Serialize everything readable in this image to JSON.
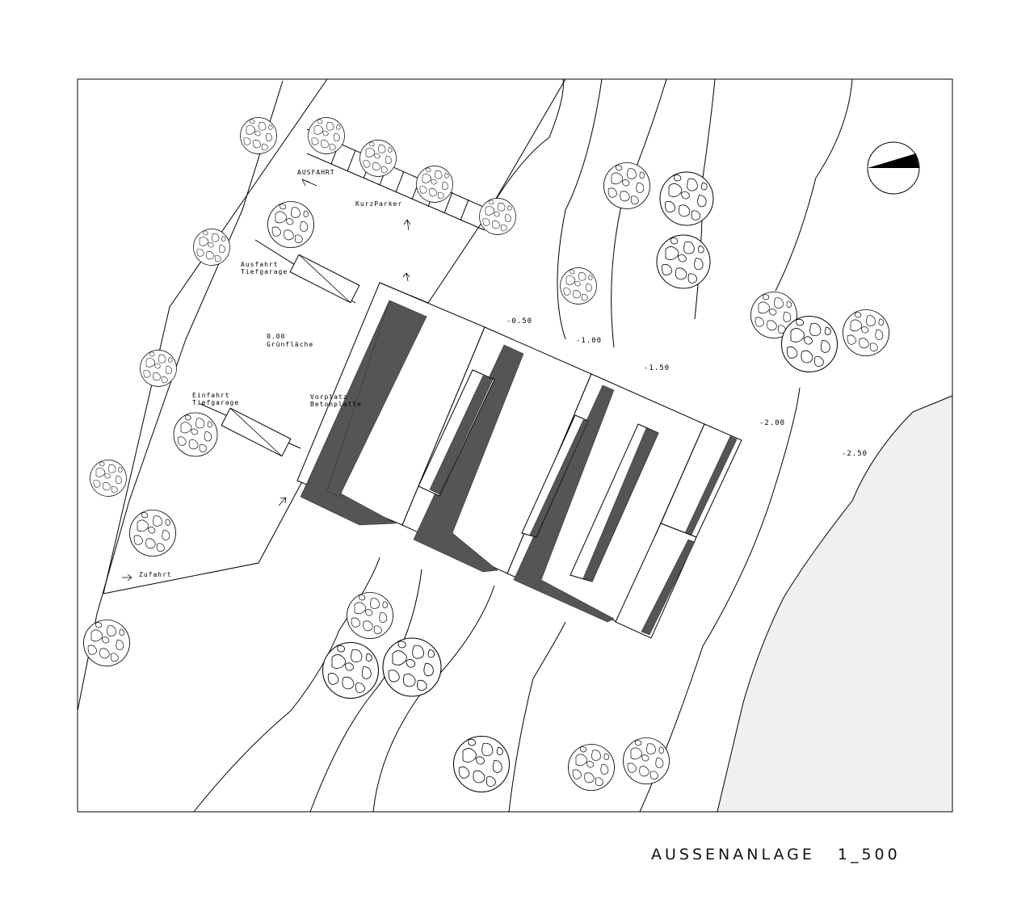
{
  "drawing": {
    "title": "AUSSENANLAGE",
    "scale": "1_500"
  },
  "labels": {
    "ausfahrt": "AUSFAHRT",
    "kurzparker": "KurzParker",
    "ausfahrt_tg_1": "Ausfahrt",
    "ausfahrt_tg_2": "Tiefgarage",
    "level_000": "0.00",
    "gruenflaeche": "Grünfläche",
    "einfahrt_tg_1": "Einfahrt",
    "einfahrt_tg_2": "Tiefgarage",
    "vorplatz_1": "Vorplatz",
    "vorplatz_2": "Betonplatte",
    "zufahrt": "Zufahrt"
  },
  "levels": {
    "m050": "-0.50",
    "m100": "-1.00",
    "m150": "-1.50",
    "m200": "-2.00",
    "m250": "-2.50"
  },
  "icons": {
    "north": "north-arrow-icon",
    "tree": "tree-icon",
    "arrow": "direction-arrow-icon"
  },
  "colors": {
    "shadow": "#555555",
    "water": "#f0f0f0",
    "line": "#000000"
  }
}
